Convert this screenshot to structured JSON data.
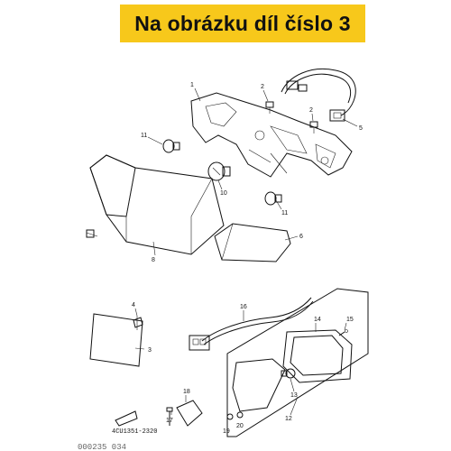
{
  "banner": {
    "text": "Na obrázku díl číslo 3",
    "color": "#f7c81b"
  },
  "callouts": [
    "1",
    "2",
    "2",
    "3",
    "4",
    "5",
    "6",
    "8",
    "10",
    "11",
    "11",
    "12",
    "13",
    "14",
    "15",
    "16",
    "17",
    "18",
    "19",
    "20"
  ],
  "part_code": "4CU1351-2320",
  "stamp": "000235 034"
}
